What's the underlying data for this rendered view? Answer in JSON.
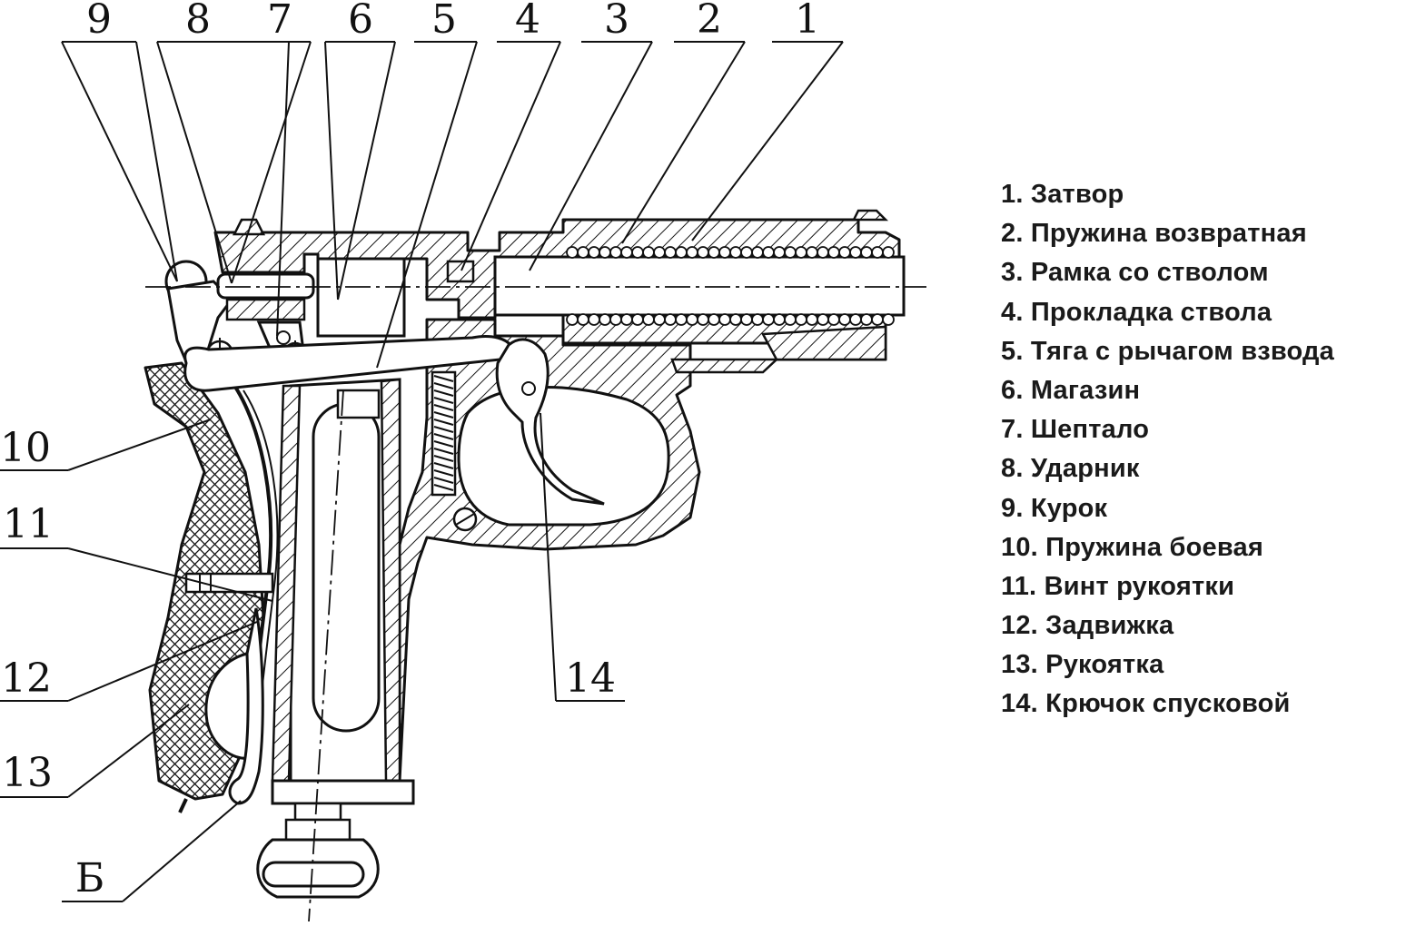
{
  "callout_numbers": [
    "9",
    "8",
    "7",
    "6",
    "5",
    "4",
    "3",
    "2",
    "1",
    "10",
    "11",
    "12",
    "13",
    "14",
    "Б"
  ],
  "legend": [
    "1.  Затвор",
    "2. Пружина возвратная",
    "3. Рамка со стволом",
    "4. Прокладка ствола",
    "5. Тяга с рычагом взвода",
    "6. Магазин",
    "7. Шептало",
    "8. Ударник",
    "9. Курок",
    "10. Пружина боевая",
    "11. Винт рукоятки",
    "12. Задвижка",
    "13. Рукоятка",
    "14. Крючок спусковой"
  ],
  "colors": {
    "ink": "#111111",
    "paper": "#ffffff"
  }
}
